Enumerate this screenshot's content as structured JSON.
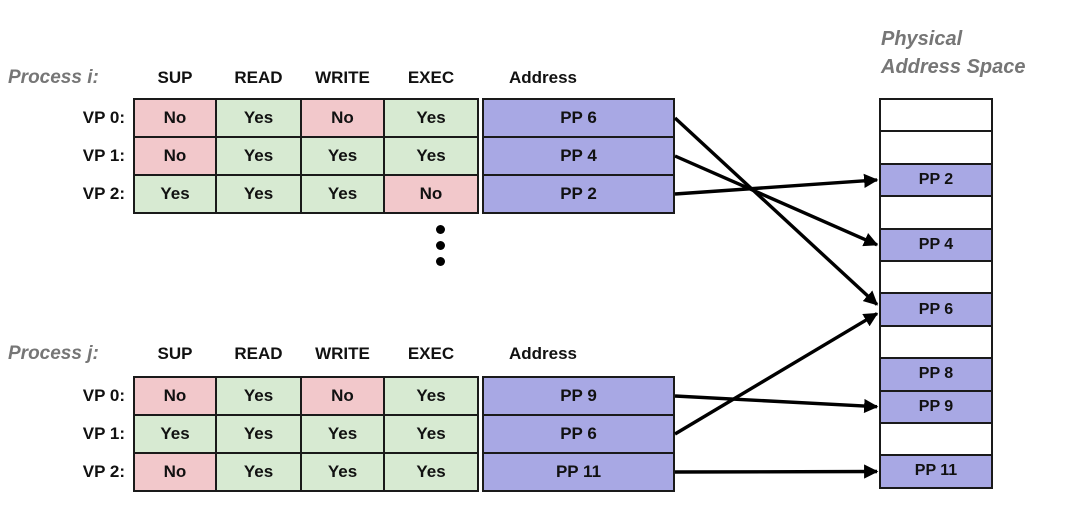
{
  "columns": [
    "SUP",
    "READ",
    "WRITE",
    "EXEC",
    "Address"
  ],
  "process_i": {
    "label": "Process i:",
    "rows": [
      {
        "vp": "VP 0:",
        "sup": "No",
        "read": "Yes",
        "write": "No",
        "exec": "Yes",
        "address": "PP 6"
      },
      {
        "vp": "VP 1:",
        "sup": "No",
        "read": "Yes",
        "write": "Yes",
        "exec": "Yes",
        "address": "PP 4"
      },
      {
        "vp": "VP 2:",
        "sup": "Yes",
        "read": "Yes",
        "write": "Yes",
        "exec": "No",
        "address": "PP 2"
      }
    ]
  },
  "process_j": {
    "label": "Process j:",
    "rows": [
      {
        "vp": "VP 0:",
        "sup": "No",
        "read": "Yes",
        "write": "No",
        "exec": "Yes",
        "address": "PP 9"
      },
      {
        "vp": "VP 1:",
        "sup": "Yes",
        "read": "Yes",
        "write": "Yes",
        "exec": "Yes",
        "address": "PP 6"
      },
      {
        "vp": "VP 2:",
        "sup": "No",
        "read": "Yes",
        "write": "Yes",
        "exec": "Yes",
        "address": "PP 11"
      }
    ]
  },
  "physical": {
    "title_line1": "Physical",
    "title_line2": "Address Space",
    "slots": [
      {
        "label": ""
      },
      {
        "label": ""
      },
      {
        "label": "PP 2"
      },
      {
        "label": ""
      },
      {
        "label": "PP 4"
      },
      {
        "label": ""
      },
      {
        "label": "PP 6"
      },
      {
        "label": ""
      },
      {
        "label": "PP 8"
      },
      {
        "label": "PP 9"
      },
      {
        "label": ""
      },
      {
        "label": "PP 11"
      }
    ]
  },
  "mappings": [
    {
      "process": "i",
      "row": 0,
      "page": "PP 6"
    },
    {
      "process": "i",
      "row": 1,
      "page": "PP 4"
    },
    {
      "process": "i",
      "row": 2,
      "page": "PP 2"
    },
    {
      "process": "j",
      "row": 0,
      "page": "PP 9"
    },
    {
      "process": "j",
      "row": 1,
      "page": "PP 6"
    },
    {
      "process": "j",
      "row": 2,
      "page": "PP 11"
    }
  ],
  "colors": {
    "yes": "#d7ead2",
    "no": "#f2c8cb",
    "page": "#a8a8e4",
    "gray": "#767676",
    "border": "#1a1a1a",
    "arrow": "#000000"
  }
}
